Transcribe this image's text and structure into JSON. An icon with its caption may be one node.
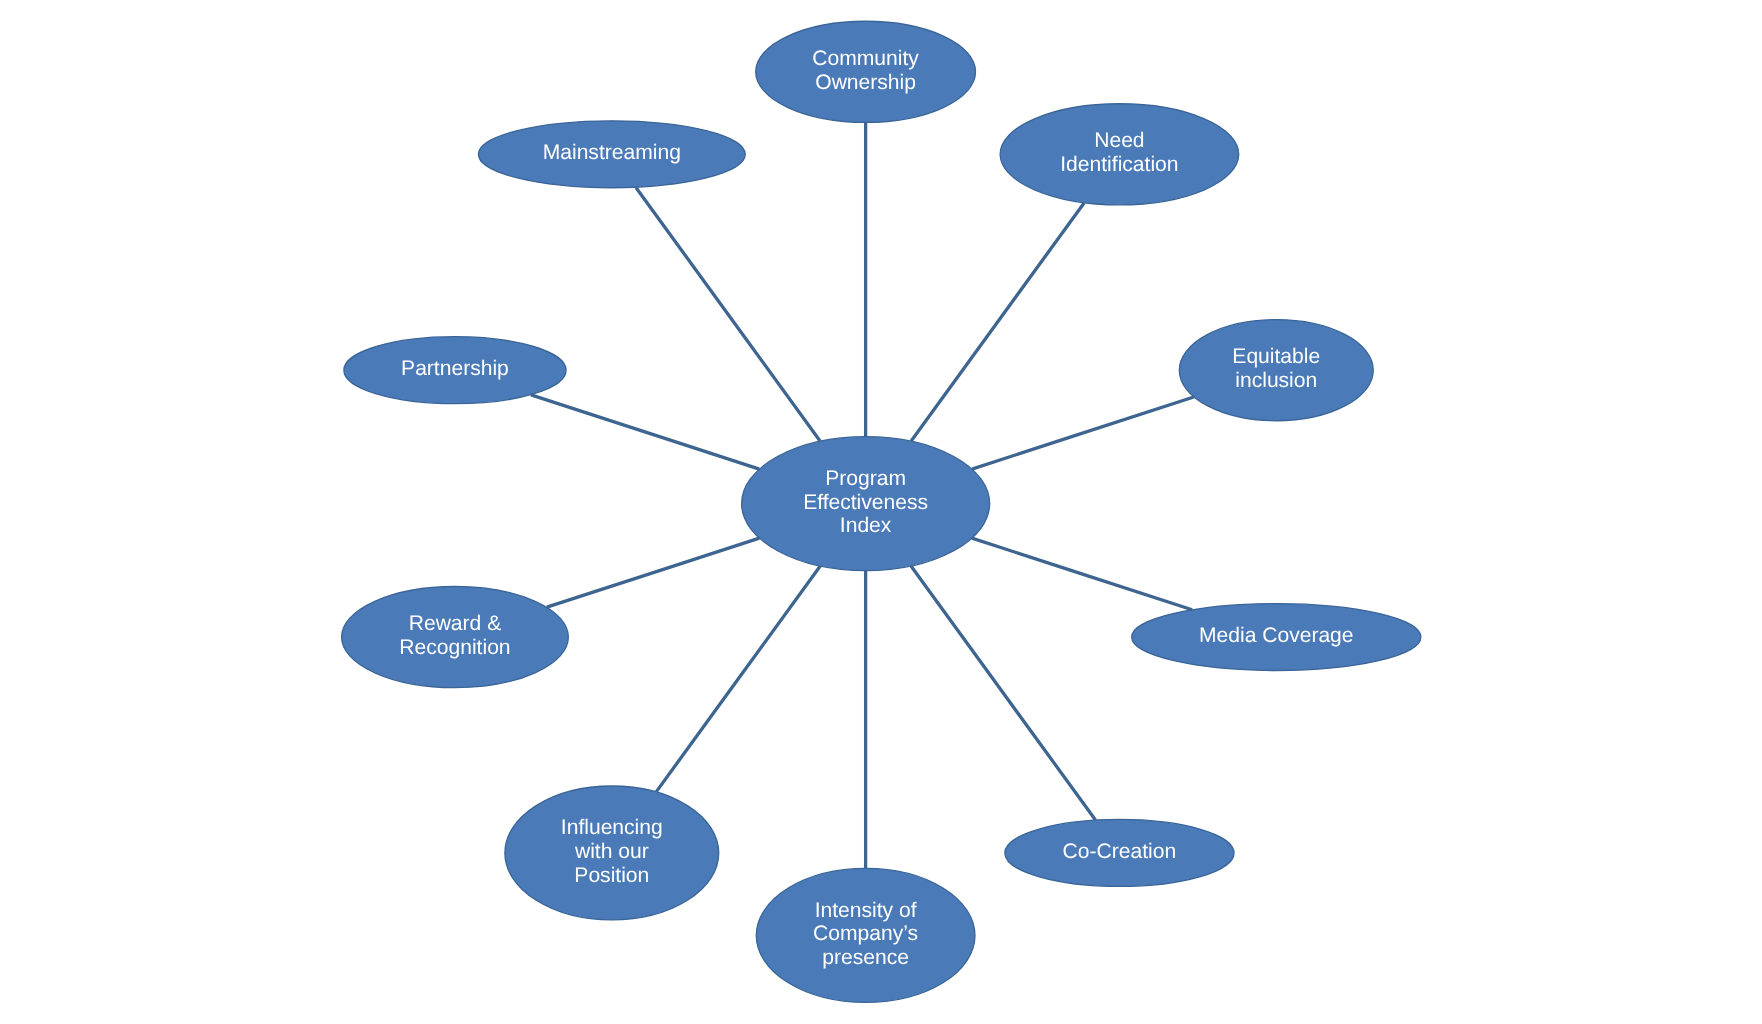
{
  "diagram": {
    "nodes": [
      {
        "text": [
          "Program Effectiveness Index"
        ]
      },
      {
        "text": [
          "Equitable inclusion"
        ]
      },
      {
        "text": [
          "Need Identification"
        ]
      },
      {
        "text": [
          "Community Ownership"
        ]
      },
      {
        "text": [
          "Mainstreaming"
        ]
      },
      {
        "text": [
          "Partnership"
        ]
      },
      {
        "text": [
          "Reward & Recognition"
        ]
      },
      {
        "text": [
          "Influencing with our Position"
        ]
      },
      {
        "text": [
          "Intensity of Company’s presence"
        ]
      },
      {
        "text": [
          "Co-Creation"
        ]
      },
      {
        "text": [
          "Media Coverage"
        ]
      }
    ],
    "edges": [
      {
        "from": 0,
        "to": 1,
        "arrow": "none"
      },
      {
        "from": 0,
        "to": 2,
        "arrow": "none"
      },
      {
        "from": 0,
        "to": 3,
        "arrow": "none"
      },
      {
        "from": 0,
        "to": 4,
        "arrow": "none"
      },
      {
        "from": 0,
        "to": 5,
        "arrow": "none"
      },
      {
        "from": 0,
        "to": 6,
        "arrow": "none"
      },
      {
        "from": 0,
        "to": 7,
        "arrow": "none"
      },
      {
        "from": 0,
        "to": 8,
        "arrow": "none"
      },
      {
        "from": 0,
        "to": 9,
        "arrow": "none"
      },
      {
        "from": 0,
        "to": 10,
        "arrow": "none"
      }
    ]
  }
}
